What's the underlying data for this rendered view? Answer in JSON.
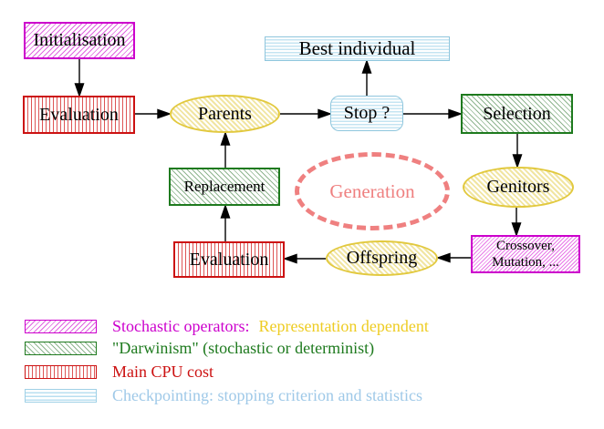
{
  "diagram": {
    "nodes": {
      "initialisation": {
        "label": "Initialisation"
      },
      "evaluation_top": {
        "label": "Evaluation"
      },
      "parents": {
        "label": "Parents"
      },
      "best_individual": {
        "label": "Best individual"
      },
      "stop": {
        "label": "Stop ?"
      },
      "selection": {
        "label": "Selection"
      },
      "genitors": {
        "label": "Genitors"
      },
      "crossover_mutation": {
        "line1": "Crossover,",
        "line2": "Mutation, ..."
      },
      "offspring": {
        "label": "Offspring"
      },
      "evaluation_bottom": {
        "label": "Evaluation"
      },
      "replacement": {
        "label": "Replacement"
      },
      "generation": {
        "label": "Generation"
      }
    },
    "flow": [
      "Initialisation -> Evaluation",
      "Evaluation -> Parents",
      "Parents -> Stop ?",
      "Stop ? -> Best individual",
      "Stop ? -> Selection",
      "Selection -> Genitors",
      "Genitors -> Crossover, Mutation, ...",
      "Crossover, Mutation, ... -> Offspring",
      "Offspring -> Evaluation",
      "Evaluation -> Replacement",
      "Replacement -> Parents"
    ]
  },
  "legend": {
    "row1_pattern": "magenta-diagonal-hatch",
    "row1_label": "Stochastic operators:",
    "row1_label2": "Representation dependent",
    "row2_pattern": "green-diagonal-hatch",
    "row2_label": "\"Darwinism\" (stochastic or determinist)",
    "row3_pattern": "red-vertical-lines",
    "row3_label": "Main CPU cost",
    "row4_pattern": "cyan-horizontal-lines",
    "row4_label": "Checkpointing: stopping criterion and statistics"
  },
  "colors": {
    "stochastic_magenta": "#cc00cc",
    "darwinism_green": "#1e7a1e",
    "cpu_red": "#cc1111",
    "checkpoint_cyan": "#9fc9e8",
    "representation_gold": "#eecc22",
    "generation_salmon": "#ef8080",
    "yellow_node_border": "#e2c93f",
    "arrow_black": "#000000"
  }
}
